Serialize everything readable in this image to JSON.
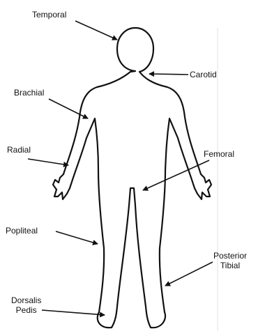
{
  "colors": {
    "outline": "#111111",
    "arrow": "#111111",
    "divider": "#e2e2e2",
    "background": "#ffffff"
  },
  "labels": {
    "temporal": "Temporal",
    "carotid": "Carotid",
    "brachial": "Brachial",
    "radial": "Radial",
    "femoral": "Femoral",
    "popliteal": "Popliteal",
    "posterior_tibial_line1": "Posterior",
    "posterior_tibial_line2": "Tibial",
    "dorsalis_pedis_line1": "Dorsalis",
    "dorsalis_pedis_line2": "Pedis"
  }
}
